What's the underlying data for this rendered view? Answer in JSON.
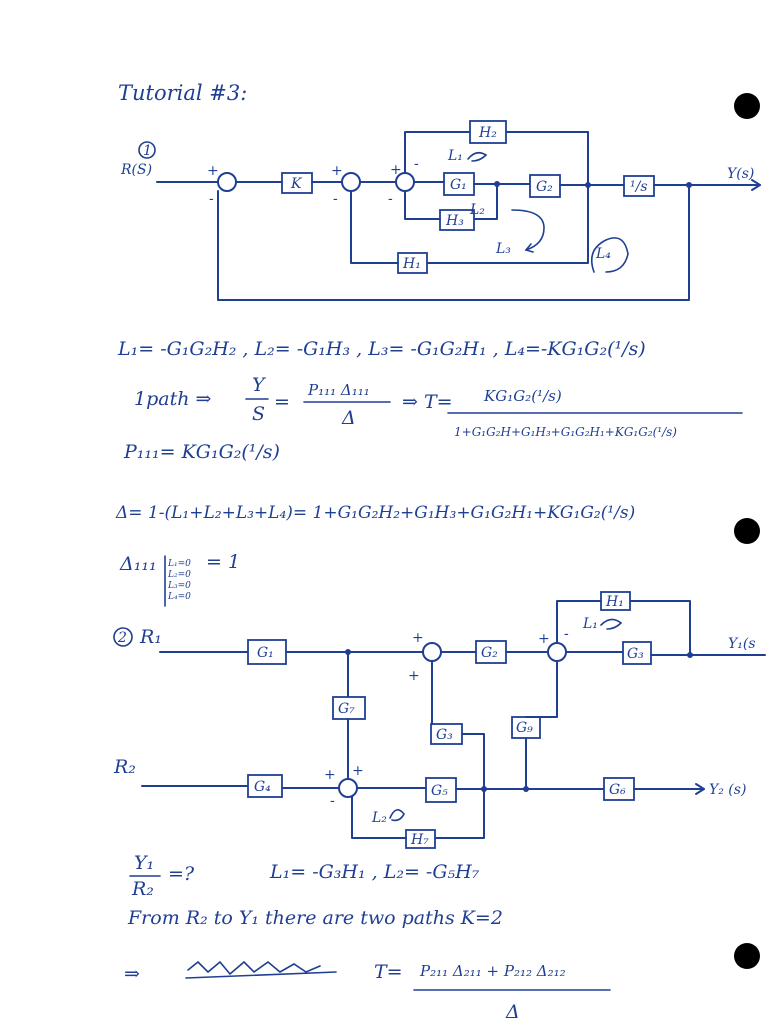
{
  "title": "Tutorial #3:",
  "problem1": {
    "number": "1",
    "input": "R(S)",
    "output": "Y(s)",
    "blocks": {
      "K": "K",
      "G1": "G₁",
      "G2": "G₂",
      "Ys": "¹/s",
      "H2": "H₂",
      "H3": "H₃",
      "H1": "H₁"
    },
    "loops": {
      "L1": "L₁",
      "L2": "L₂",
      "L3": "L₃",
      "L4": "L₄"
    },
    "signs": {
      "plus": "+",
      "minus": "-"
    },
    "loops_eq": "L₁= -G₁G₂H₂ ,  L₂= -G₁H₃  ,  L₃= -G₁G₂H₁ ,  L₄=-KG₁G₂(¹/s)",
    "path_lhs": "1path ⇒",
    "path_num": "Y",
    "path_den": "S",
    "path_eq": "=",
    "path_frac_num": "P₁₁₁ Δ₁₁₁",
    "path_frac_den": "Δ",
    "T_lhs": "⇒ T=",
    "T_num": "KG₁G₂(¹/s)",
    "T_den": "1+G₁G₂H+G₁H₃+G₁G₂H₁+KG₁G₂(¹/s)",
    "P111": "P₁₁₁= KG₁G₂(¹/s)",
    "delta_eq": "Δ= 1-(L₁+L₂+L₃+L₄)= 1+G₁G₂H₂+G₁H₃+G₁G₂H₁+KG₁G₂(¹/s)",
    "delta111": "Δ₁₁₁",
    "delta111_conds": [
      "L₁=0",
      "L₂=0",
      "L₃=0",
      "L₄=0"
    ],
    "delta111_value": "=   1"
  },
  "problem2": {
    "number": "2",
    "input1": "R₁",
    "input2": "R₂",
    "output1": "Y₁(s",
    "output2": "Y₂ (s)",
    "blocks": {
      "G1": "G₁",
      "G2": "G₂",
      "G3": "G₃",
      "G4": "G₄",
      "G5": "G₅",
      "G6": "G₆",
      "G7": "G₇",
      "G9": "G₉",
      "G3b": "G₃",
      "H1": "H₁",
      "H7": "H₇"
    },
    "loops": {
      "L1": "L₁",
      "L2": "L₂"
    },
    "signs": {
      "plus": "+",
      "minus": "-"
    },
    "question_num": "Y₁",
    "question_den": "R₂",
    "question_mark": "=?",
    "loops_eq": "L₁= -G₃H₁  ,   L₂= -G₅H₇",
    "paths_text": "From R₂ to Y₁   there are two paths  K=2",
    "T_lhs": "⇒",
    "T_label": "T=",
    "T_num": "P₂₁₁ Δ₂₁₁ + P₂₁₂ Δ₂₁₂",
    "T_den": "Δ"
  }
}
